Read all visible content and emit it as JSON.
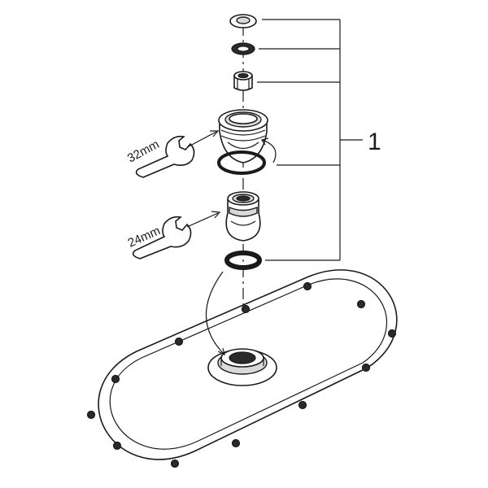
{
  "callout": {
    "number": "1"
  },
  "wrenches": [
    {
      "size": "32mm"
    },
    {
      "size": "24mm"
    }
  ]
}
